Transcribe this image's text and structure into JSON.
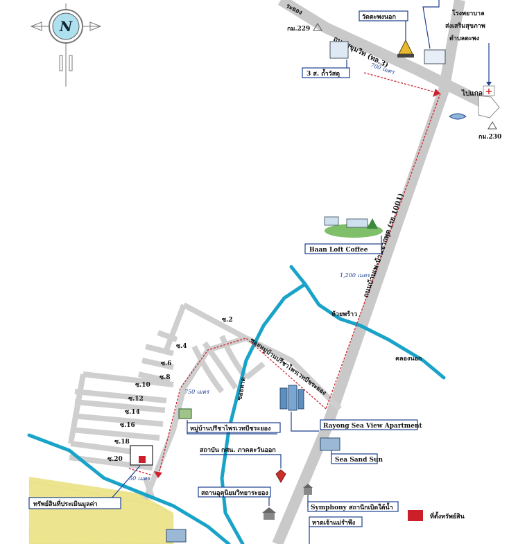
{
  "compass": {
    "letter": "N"
  },
  "roads": {
    "sukhumvit": "ถนนสุขุมวิท (ทล.3)",
    "soi_ban_phe": "ถนนบ้านเพ-บ้านชากพุด (รย.1001)",
    "soi_village": "ซอยหมู่บ้านปรีชาไพรเวทบีชระยอง",
    "to_klaeng": "ไปแกลง",
    "soi_labels": [
      "ซ.2",
      "ซ.4",
      "ซ.6",
      "ซ.8",
      "ซ.10",
      "ซ.12",
      "ซ.14",
      "ซ.16",
      "ซ.18",
      "ซ.20"
    ],
    "soi_vertical": "ซอยหาด",
    "top_left_fragment": "ระยอง"
  },
  "waterways": {
    "huai_phrao": "ห้วยพร้าว",
    "khlong_nok": "คลองนอก"
  },
  "distances": {
    "d700": "700 เมตร",
    "d1200": "1,200 เมตร",
    "d750": "750 เมตร",
    "d50": "50 เมตร"
  },
  "landmarks": {
    "km229": "กม.229",
    "km230": "กม.230",
    "wat": "วัดตะพงนอก",
    "hospital_l1": "โรงพยาบาล",
    "hospital_l2": "ส่งเสริมสุขภาพ",
    "hospital_l3": "ตำบลตะพง",
    "sam_so": "3 ส. ถ้ำวัสดุ",
    "coffee": "Baan Loft Coffee",
    "apartment": "Rayong Sea View Apartment",
    "sea_sand": "Sea Sand Sun",
    "village": "หมู่บ้านปรีชาไพรเวทบีชระยอง",
    "institute": "สถาบัน กศน. ภาคตะวันออก",
    "school": "สถานอุตุนิยมวิทยาระยอง",
    "symphony": "Symphony สถานีกเบิดใต้น้ำ",
    "beach": "หาดเจ้าแม่รำพึง",
    "subject": "ทรัพย์สินที่ประเมินมูลค่า"
  },
  "legend": {
    "label": "ที่ตั้งทรัพย์สิน",
    "color": "#cc1f2a"
  },
  "colors": {
    "road": "#c8c8c8",
    "river": "#1aa3c8",
    "route": "#d0202a",
    "sand": "#e9df7a",
    "accent": "#1a3f8f"
  }
}
